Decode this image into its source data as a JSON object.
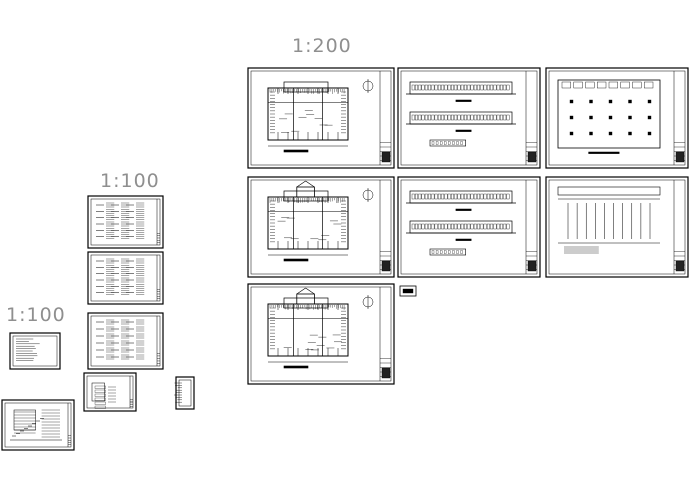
{
  "scale_labels": {
    "large_group": "1:200",
    "middle_group": "1:100",
    "left_group": "1:100"
  },
  "sheets": [
    {
      "id": "plan-1",
      "kind": "floor-plan"
    },
    {
      "id": "elevations-1",
      "kind": "elevations"
    },
    {
      "id": "plan-columns",
      "kind": "column-plan"
    },
    {
      "id": "plan-2",
      "kind": "floor-plan"
    },
    {
      "id": "elevations-2",
      "kind": "elevations"
    },
    {
      "id": "plan-seating",
      "kind": "seating-plan"
    },
    {
      "id": "plan-3",
      "kind": "floor-plan"
    },
    {
      "id": "detail-1",
      "kind": "schedule"
    },
    {
      "id": "detail-2",
      "kind": "schedule"
    },
    {
      "id": "detail-3",
      "kind": "schedule"
    },
    {
      "id": "notes-1",
      "kind": "notes"
    },
    {
      "id": "section-1",
      "kind": "section"
    },
    {
      "id": "notes-2",
      "kind": "notes-small"
    },
    {
      "id": "stair-detail",
      "kind": "stair-detail"
    },
    {
      "id": "legend-block",
      "kind": "legend"
    }
  ],
  "colors": {
    "line": "#000000",
    "frame": "#000000",
    "label": "#8f8f8f"
  }
}
